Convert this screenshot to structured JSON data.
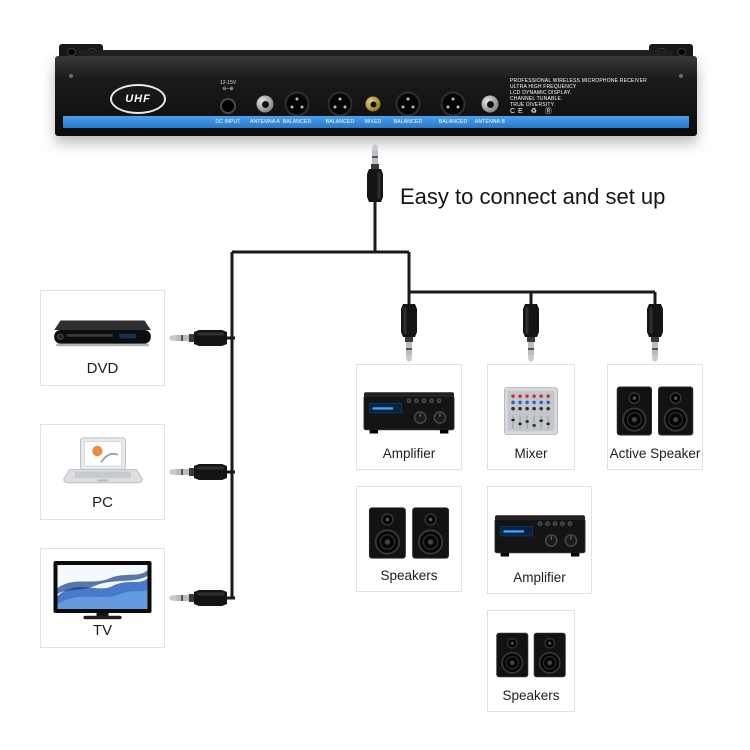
{
  "heading": "Easy to connect and set up",
  "receiver": {
    "logo": "UHF",
    "dc_voltage": "12-15V",
    "dc_polarity": "⊖–⊕",
    "spec_lines": [
      "PROFESSIONAL WIRELESS MICROPHONE RECEIVER",
      "ULTRA HIGH FREQUENCY",
      "LCD DYNAMIC DISPLAY.",
      "CHANNEL TUNABLE.",
      "TRUE DIVERSITY."
    ],
    "certifications": "CE ♻ Ⓡ",
    "port_labels": [
      "DC INPUT",
      "ANTENNA A",
      "BALANCED",
      "BALANCED",
      "MIXED",
      "BALANCED",
      "BALANCED",
      "ANTENNA B"
    ]
  },
  "left_devices": [
    {
      "label": "DVD"
    },
    {
      "label": "PC"
    },
    {
      "label": "TV"
    }
  ],
  "right_devices": [
    {
      "label": "Amplifier"
    },
    {
      "label": "Mixer"
    },
    {
      "label": "Active Speaker"
    },
    {
      "label": "Speakers"
    },
    {
      "label": "Amplifier"
    },
    {
      "label": "Speakers"
    }
  ],
  "colors": {
    "stripe_blue": "#2e86d8",
    "cable": "#1a1a1a"
  }
}
